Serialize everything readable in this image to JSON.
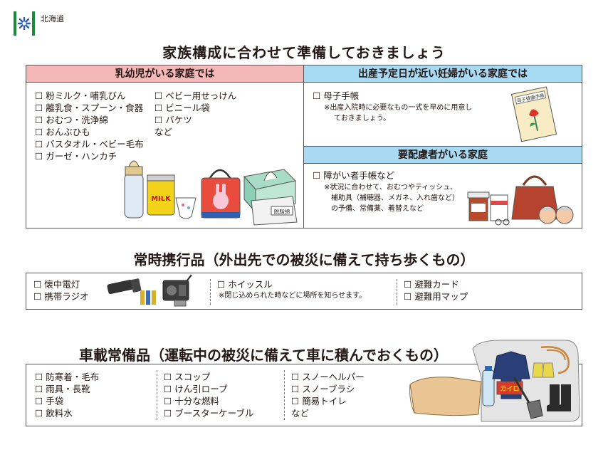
{
  "header": {
    "prefecture": "北海道"
  },
  "title": "家族構成に合わせて準備しておきましょう",
  "infant": {
    "heading": "乳幼児がいる家庭では",
    "items_a": [
      "粉ミルク・哺乳びん",
      "離乳食・スプーン・食器",
      "おむつ・洗浄綿",
      "おんぶひも",
      "バスタオル・ベビー毛布",
      "ガーゼ・ハンカチ"
    ],
    "items_b": [
      "ベビー用せっけん",
      "ビニール袋",
      "バケツ"
    ],
    "etc": "など",
    "milk_label": "MILK",
    "wipes_label": "脱脂綿"
  },
  "pregnant": {
    "heading": "出産予定日が近い妊婦がいる家庭では",
    "item": "母子手帳",
    "note_lines": [
      "※出産入院時に必要なもの一式を早めに用意し",
      "ておきましょう。"
    ],
    "book_label": "母子健康手帳"
  },
  "care": {
    "heading": "要配慮者がいる家庭",
    "item": "障がい者手帳など",
    "note_lines": [
      "※状況に合わせて、おむつやティッシュ、",
      "補助具（補聴器、メガネ、入れ歯など）",
      "の予備、常備薬、着替えなど"
    ]
  },
  "carry": {
    "heading": "常時携行品（外出先での被災に備えて持ち歩くもの）",
    "items_a": [
      "懐中電灯",
      "携帯ラジオ"
    ],
    "item_b": "ホイッスル",
    "note_b": "※閉じ込められた時などに場所を知らせます。",
    "items_c": [
      "避難カード",
      "避難用マップ"
    ]
  },
  "car": {
    "heading": "車載常備品（運転中の被災に備えて車に積んでおくもの）",
    "items_a": [
      "防寒着・毛布",
      "雨具・長靴",
      "手袋",
      "飲料水"
    ],
    "items_b": [
      "スコップ",
      "けん引ロープ",
      "十分な燃料",
      "ブースターケーブル"
    ],
    "items_c": [
      "スノーヘルパー",
      "スノーブラシ",
      "簡易トイレ"
    ],
    "etc": "など",
    "kairo_label": "カイロ"
  },
  "colors": {
    "pink_band": "#f5b8b8",
    "blue_band": "#a9daf3",
    "logo_green": "#1a8a3c",
    "logo_blue": "#2b5fae"
  }
}
